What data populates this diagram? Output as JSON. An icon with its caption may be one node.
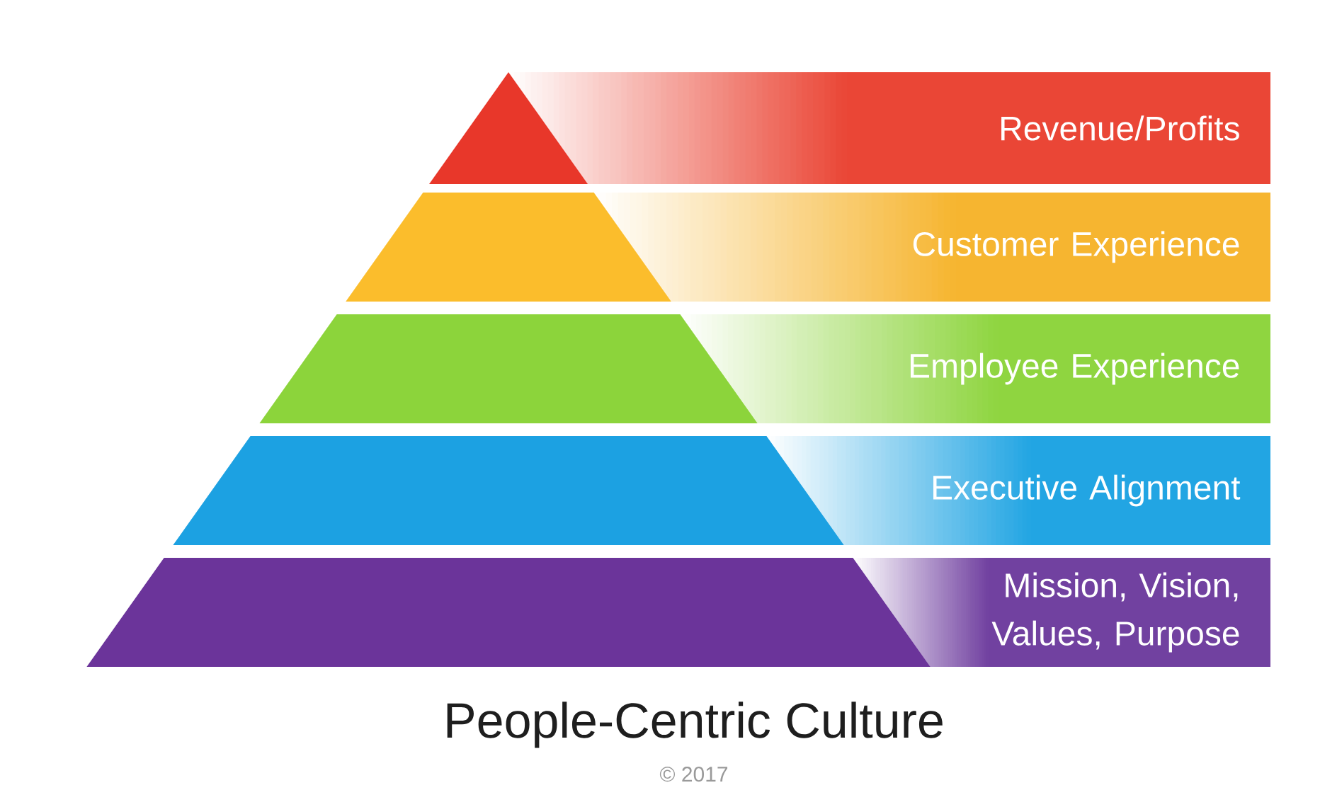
{
  "diagram": {
    "caption": "People-Centric Culture",
    "nodes": [
      {
        "text": [
          "Revenue/Profits"
        ]
      },
      {
        "text": [
          "Customer Experience"
        ]
      },
      {
        "text": [
          "Employee Experience"
        ]
      },
      {
        "text": [
          "Executive Alignment"
        ]
      },
      {
        "text": [
          "Mission, Vision, Values, Purpose"
        ]
      }
    ],
    "labels": [
      "© 2017"
    ]
  }
}
